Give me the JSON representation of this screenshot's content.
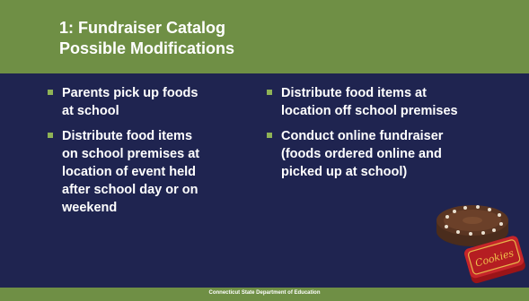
{
  "title": {
    "line1": "1: Fundraiser Catalog",
    "line2": "Possible Modifications"
  },
  "left_bullets": [
    {
      "lines": [
        "Parents pick up foods",
        "at school"
      ]
    },
    {
      "lines": [
        "Distribute food items",
        "on school premises at",
        "location of event held",
        "after school day or on",
        "weekend"
      ]
    }
  ],
  "right_bullets": [
    {
      "lines": [
        "Distribute food items at",
        "location off school premises"
      ]
    },
    {
      "lines": [
        "Conduct online fundraiser",
        "(foods ordered online and",
        "picked up at school)"
      ]
    }
  ],
  "illustration": {
    "icon": "cake-and-cookie-tin-icon",
    "tin_label": "Cookies"
  },
  "footer": "Connecticut State Department of Education",
  "colors": {
    "title_band": "#6f8f45",
    "body_background": "#1f2450",
    "bullet_mark": "#8fb356",
    "text": "#ffffff"
  }
}
